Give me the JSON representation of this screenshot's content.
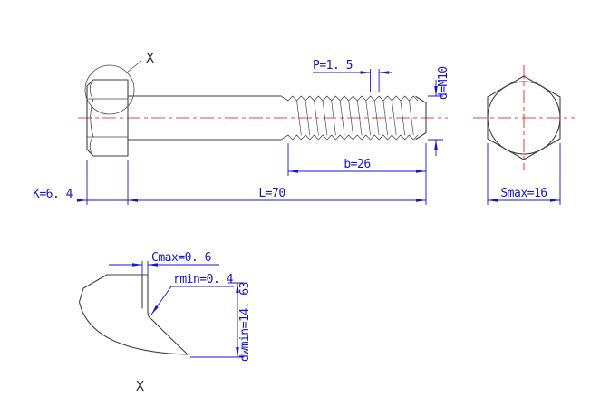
{
  "drawing": {
    "colors": {
      "outline": "#404040",
      "dimension": "#1515cf",
      "centerline": "#ff0000"
    },
    "main_view": {
      "detail_marker_label": "X",
      "dims": {
        "pitch": "P=1. 5",
        "thread_spec": "d=M10",
        "thread_length": "b=26",
        "length": "L=70",
        "head_height": "K=6. 4"
      }
    },
    "end_view": {
      "dims": {
        "width_across_flats": "Smax=16"
      }
    },
    "detail_view": {
      "label": "X",
      "dims": {
        "chamfer": "Cmax=0. 6",
        "fillet": "rmin=0. 4",
        "washer_face": "dwmin=14. 63"
      }
    }
  }
}
